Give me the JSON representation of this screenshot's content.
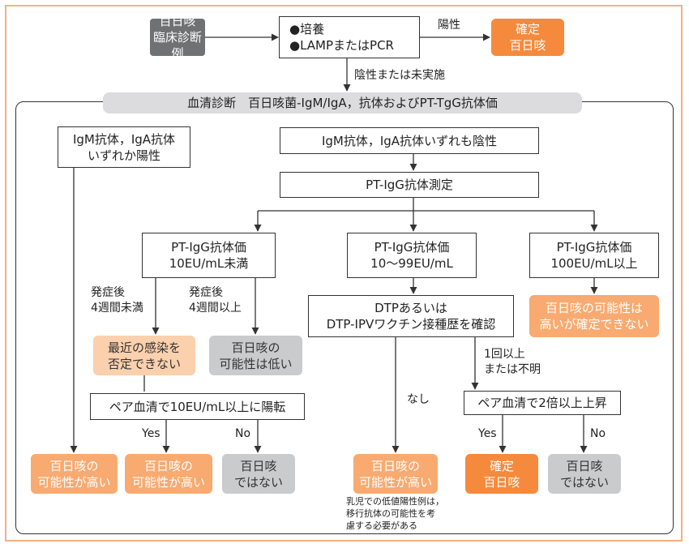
{
  "nodes": {
    "clinical": "百日咳\n臨床診断例",
    "culture": "●培養\n●LAMPまたはPCR",
    "confirmed_top": "確定\n百日咳",
    "serology": "血清診断　百日咳菌-IgM/IgA，抗体およびPT-TgG抗体価",
    "igm_positive": "IgM抗体，IgA抗体\nいずれか陽性",
    "igm_negative": "IgM抗体，IgA抗体いずれも陰性",
    "pt_measure": "PT-IgG抗体測定",
    "pt_low": "PT-IgG抗体価\n10EU/mL未満",
    "pt_mid": "PT-IgG抗体価\n10～99EU/mL",
    "pt_high": "PT-IgG抗体価\n100EU/mL以上",
    "high_possible_unconfirmed": "百日咳の可能性は\n高いが確定できない",
    "recent_infection": "最近の感染を\n否定できない",
    "low_possibility": "百日咳の\n可能性は低い",
    "dtp_history": "DTPあるいは\nDTP-IPVワクチン接種歴を確認",
    "paired_10eu": "ペア血清で10EU/mL以上に陽転",
    "paired_2x": "ペア血清で2倍以上上昇",
    "likely_1": "百日咳の\n可能性が高い",
    "likely_2": "百日咳の\n可能性が高い",
    "not_pertussis_1": "百日咳\nではない",
    "likely_3": "百日咳の\n可能性が高い",
    "confirmed_bottom": "確定\n百日咳",
    "not_pertussis_2": "百日咳\nではない"
  },
  "labels": {
    "positive": "陽性",
    "negative_or_not_done": "陰性または未実施",
    "onset_lt4": "発症後\n4週間未満",
    "onset_ge4": "発症後\n4週間以上",
    "none": "なし",
    "once_or_more": "1回以上\nまたは不明",
    "yes_1": "Yes",
    "no_1": "No",
    "yes_2": "Yes",
    "no_2": "No"
  },
  "note": "乳児での低値陽性例は，\n移行抗体の可能性を考\n慮する必要がある"
}
